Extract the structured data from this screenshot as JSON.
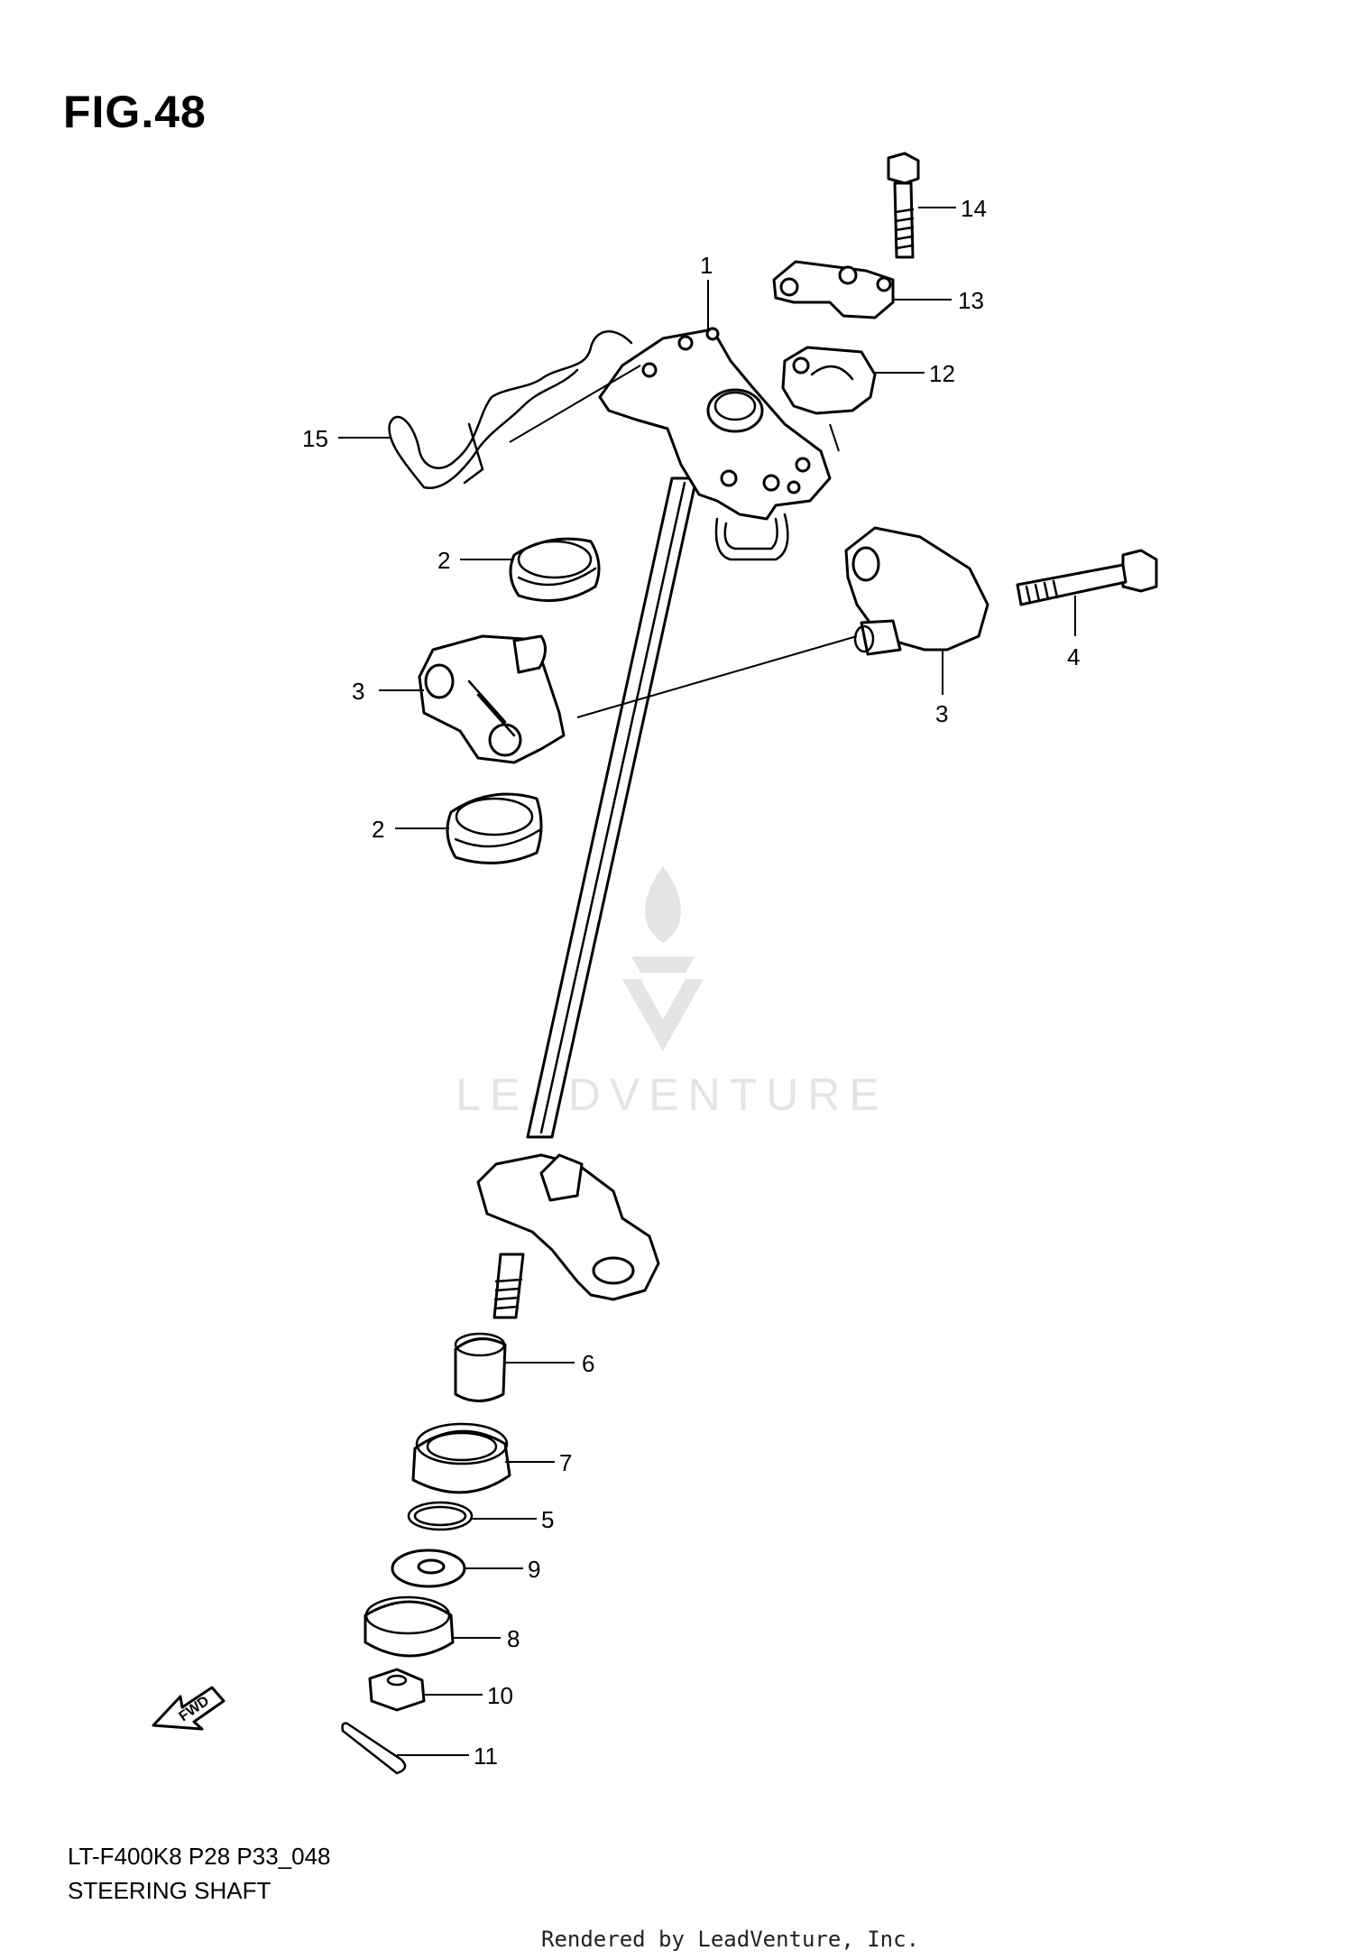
{
  "figure": {
    "title": "FIG.48"
  },
  "callouts": [
    {
      "id": "14",
      "label": "14"
    },
    {
      "id": "1",
      "label": "1"
    },
    {
      "id": "13",
      "label": "13"
    },
    {
      "id": "12",
      "label": "12"
    },
    {
      "id": "15",
      "label": "15"
    },
    {
      "id": "2a",
      "label": "2"
    },
    {
      "id": "4",
      "label": "4"
    },
    {
      "id": "3a",
      "label": "3"
    },
    {
      "id": "3b",
      "label": "3"
    },
    {
      "id": "2b",
      "label": "2"
    },
    {
      "id": "6",
      "label": "6"
    },
    {
      "id": "7",
      "label": "7"
    },
    {
      "id": "5",
      "label": "5"
    },
    {
      "id": "9",
      "label": "9"
    },
    {
      "id": "8",
      "label": "8"
    },
    {
      "id": "10",
      "label": "10"
    },
    {
      "id": "11",
      "label": "11"
    }
  ],
  "fwd_arrow": {
    "label": "FWD"
  },
  "watermark": {
    "text": "LEADVENTURE"
  },
  "footer": {
    "model_code": "LT-F400K8 P28 P33_048",
    "diagram_name": "STEERING SHAFT",
    "rendered_by": "Rendered by LeadVenture, Inc."
  }
}
